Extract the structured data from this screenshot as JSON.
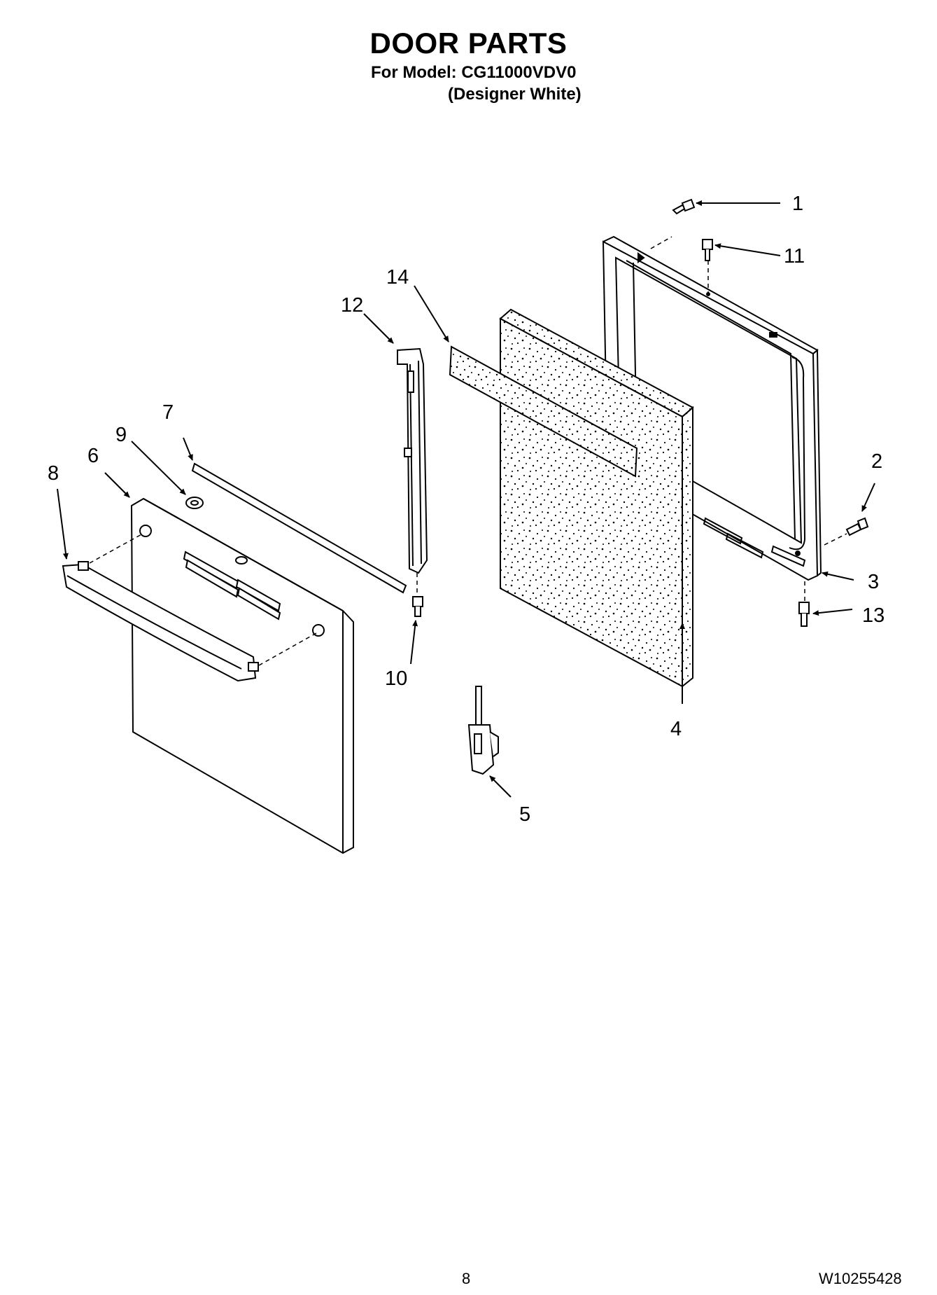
{
  "header": {
    "title": "DOOR PARTS",
    "model_line": "For Model: CG11000VDV0",
    "finish_line": "(Designer White)"
  },
  "callouts": [
    "1",
    "2",
    "3",
    "4",
    "5",
    "6",
    "7",
    "8",
    "9",
    "10",
    "11",
    "12",
    "13",
    "14"
  ],
  "footer": {
    "page_number": "8",
    "document_id": "W10255428"
  }
}
